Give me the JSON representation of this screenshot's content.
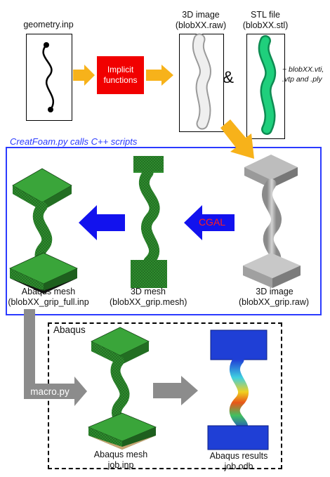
{
  "top_row": {
    "geometry_label": "geometry.inp",
    "implicit_label": "Implicit functions",
    "image3d_label": "3D image",
    "image3d_file": "(blobXX.raw)",
    "stl_label": "STL file",
    "stl_file": "(blobXX.stl)",
    "ampersand": "&",
    "note_line1": "+ blobXX.vti,",
    "note_line2": ".vtp and .ply"
  },
  "creatfoam": {
    "title": "CreatFoam.py calls C++ scripts",
    "cgal_label": "CGAL",
    "abaqus_mesh_label": "Abaqus mesh",
    "abaqus_mesh_file": "(blobXX_grip_full.inp",
    "mesh3d_label": "3D mesh",
    "mesh3d_file": "(blobXX_grip.mesh)",
    "image_grip_label": "3D image",
    "image_grip_file": "(blobXX_grip.raw)"
  },
  "abaqus": {
    "title": "Abaqus",
    "macro_label": "macro.py",
    "mesh_label": "Abaqus mesh",
    "mesh_file": "job.inp",
    "results_label": "Abaqus results",
    "results_file": "job.odb"
  },
  "colors": {
    "arrow_orange": "#f7b21a",
    "arrow_blue": "#1212ee",
    "arrow_gray": "#8c8c8c",
    "frame_blue": "#2b3bff",
    "implicit_red": "#f10000",
    "cgal_text": "#ff1f1f",
    "mesh_green": "#2d8a2d",
    "stl_green": "#1fcf7c"
  }
}
